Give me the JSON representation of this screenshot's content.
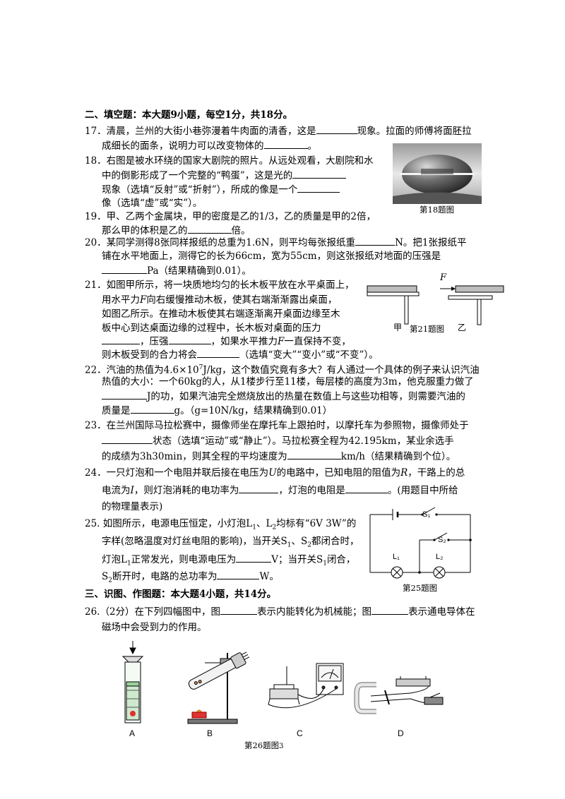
{
  "section2": {
    "heading": "二、填空题：本大题9小题，每空1分，共18分。"
  },
  "q17": {
    "l1a": "17．清晨，兰州的大街小巷弥漫着牛肉面的清香，这是",
    "l1b": "现象。拉面的师傅将面胚拉",
    "l2a": "成细长的面条，说明力可以改变物体的",
    "l2b": "。"
  },
  "q18": {
    "l1": "18．右图是被水环绕的国家大剧院的照片。从远处观看，大剧院和水",
    "l2": "中的倒影形成了一个完整的“鸭蛋”，这是光的",
    "l3": "现象（选填“反射”或“折射”），所成的像是一个",
    "l4": "像（选填“虚”或“实”）。",
    "caption": "第18题图"
  },
  "q19": {
    "l1": "19．甲、乙两个金属块，甲的密度是乙的1/3，乙的质量是甲的2倍，",
    "l2a": "那么甲的体积是乙的",
    "l2b": "倍。"
  },
  "q20": {
    "l1a": "20．某同学测得8张同样报纸的总重为1.6N，则平均每张报纸重",
    "l1b": "N。把1张报纸平",
    "l2": "铺在水平地面上，测得它的长为66cm，宽为55cm，则这张报纸对地面的压强是",
    "l3": "Pa（结果精确到0.01）。"
  },
  "q21": {
    "l1": "21．如图甲所示，将一块质地均匀的长木板平放在水平桌面上，",
    "l2a": "用水平力",
    "l2v": "F",
    "l2b": "向右缓慢推动木板，使其右端渐渐露出桌面，",
    "l3": "如图乙所示。在推动木板使其右端逐渐离开桌面边缘至木",
    "l4": "板中心到达桌面边缘的过程中，长木板对桌面的压力",
    "l5a": "，压强",
    "l5b": "，如果水平推力",
    "l5v": "F",
    "l5c": "一直保持不变，",
    "l6a": "则木板受到的合力将会",
    "l6b": "（选填“变大”“变小”或“不变”）。",
    "label_jia": "甲",
    "label_yi": "乙",
    "label_f": "F",
    "caption": "第21题图"
  },
  "q22": {
    "l1a": "22．汽油的热值为4.6×10",
    "l1exp": "7",
    "l1b": "J/kg，这个数值究竟有多大？有人通过一个具体的例子来认识汽油",
    "l2": "热值的大小：一个60kg的人，从1楼步行至11楼，每层楼的高度为3m，他克服重力做了",
    "l3": "J的功，如果汽油完全燃烧放出的热量在数值上与这些功相等，则需要汽油的",
    "l4a": "质量是",
    "l4b": "g。（g=10N/kg，结果精确到0.01）"
  },
  "q23": {
    "l1": "23．在兰州国际马拉松赛中，摄像师坐在摩托车上跟拍时，以摩托车为参照物，摄像师处于",
    "l2": "状态（选填“运动”或“静止”）。马拉松赛全程为42.195km，某业余选手",
    "l3a": "的成绩为3h30min，则其全程的平均速度为",
    "l3b": "km/h（结果精确到个位）。"
  },
  "q24": {
    "l1a": "24．一只灯泡和一个电阻并联后接在电压为",
    "l1v1": "U",
    "l1b": "的电路中，已知电阻的阻值为",
    "l1v2": "R",
    "l1c": "，干路上的总",
    "l2a": "电流为",
    "l2v": "I",
    "l2b": "，则灯泡消耗的电功率为",
    "l2c": "，灯泡的电阻是",
    "l2d": "。(用题目中所给",
    "l3": "的物理量表示)"
  },
  "q25": {
    "l1a": "25. 如图所示，电源电压恒定，小灯泡L",
    "l1b": "、L",
    "l1c": "均标有“6V  3W”的",
    "l2a": "字样(忽略温度对灯丝电阻的影响)，当开关S",
    "l2b": "、S",
    "l2c": "都闭合时，",
    "l3a": "灯泡L",
    "l3b": "正常发光，则电源电压为",
    "l3c": "V；当开关S",
    "l3d": "闭合，",
    "l4a": "S",
    "l4b": "断开时，电路的总功率为",
    "l4c": "W。",
    "sub1": "1",
    "sub2": "2",
    "label_s1": "S₁",
    "label_s2": "S₂",
    "label_l1": "L₁",
    "label_l2": "L₂",
    "caption": "第25题图"
  },
  "section3": {
    "heading": "三、识图、作图题：本大题4小题，共14分。"
  },
  "q26": {
    "l1a": "26.（2分）在下列四幅图中，图",
    "l1b": "表示内能转化为机械能；图",
    "l1c": "表示通电导体在",
    "l2": "磁场中会受到力的作用。",
    "labels": [
      "A",
      "B",
      "C",
      "D"
    ],
    "caption": "第26题图",
    "page_number": "3"
  }
}
